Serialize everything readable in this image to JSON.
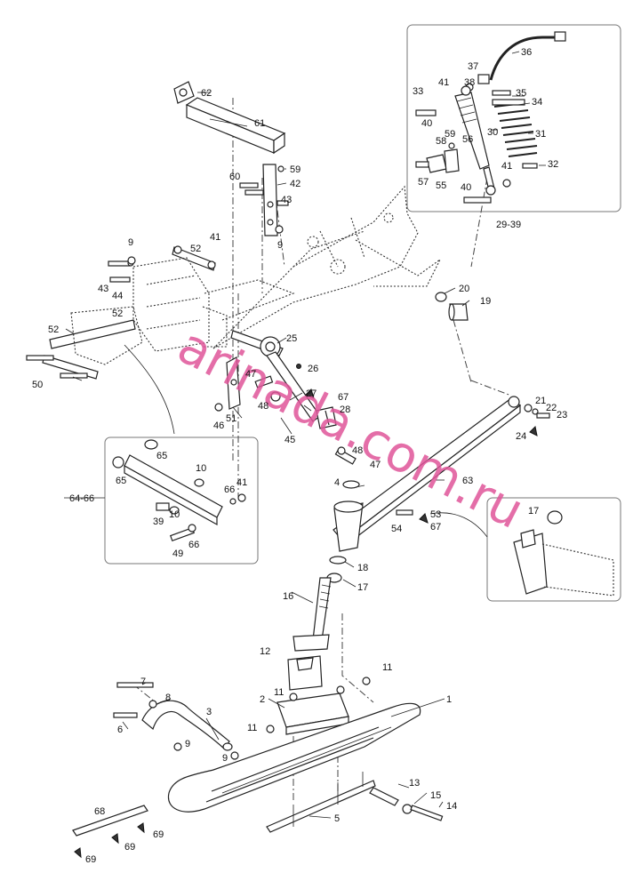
{
  "labels": {
    "n1": "1",
    "n2": "2",
    "n3": "3",
    "n4": "4",
    "n5": "5",
    "n6": "6",
    "n7": "7",
    "n8": "8",
    "n9": "9",
    "n10": "10",
    "n11": "11",
    "n12": "12",
    "n13": "13",
    "n14": "14",
    "n15": "15",
    "n16": "16",
    "n17": "17",
    "n18": "18",
    "n19": "19",
    "n20": "20",
    "n21": "21",
    "n22": "22",
    "n23": "23",
    "n24": "24",
    "n25": "25",
    "n26": "26",
    "n27": "27",
    "n28": "28",
    "n30": "30",
    "n31": "31",
    "n32": "32",
    "n33": "33",
    "n34": "34",
    "n35": "35",
    "n36": "36",
    "n37": "37",
    "n38": "38",
    "n39": "39",
    "n40": "40",
    "n41": "41",
    "n42": "42",
    "n43": "43",
    "n44": "44",
    "n45": "45",
    "n46": "46",
    "n47": "47",
    "n48": "48",
    "n49": "49",
    "n50": "50",
    "n51": "51",
    "n52": "52",
    "n53": "53",
    "n54": "54",
    "n55": "55",
    "n56": "56",
    "n57": "57",
    "n58": "58",
    "n59": "59",
    "n60": "60",
    "n61": "61",
    "n62": "62",
    "n63": "63",
    "n65": "65",
    "n66": "66",
    "n67": "67",
    "n68": "68",
    "n69": "69"
  },
  "groups": {
    "shock_group": "29-39",
    "arm_group": "64-66"
  },
  "watermark": "arinada.com.ru",
  "colors": {
    "watermark": "#e0559a",
    "line": "#222222"
  }
}
